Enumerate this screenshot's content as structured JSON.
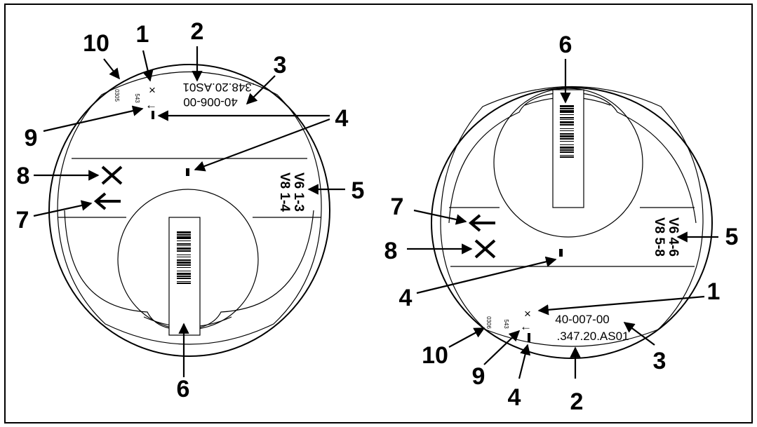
{
  "left_disc": {
    "part_number": "40-006-00",
    "code": ".348.20.AS01",
    "cyl_line_1": "V6  1-3",
    "cyl_line_2": "V8  1-4",
    "stamp_number": "543",
    "stamp_code": "0305",
    "callouts": [
      "10",
      "1",
      "2",
      "3",
      "9",
      "4",
      "8",
      "5",
      "7",
      "6"
    ]
  },
  "right_disc": {
    "part_number": "40-007-00",
    "code": ".347.20.AS01",
    "cyl_line_1": "V6  4-6",
    "cyl_line_2": "V8  5-8",
    "stamp_number": "543",
    "stamp_code": "0306",
    "callouts": [
      "6",
      "7",
      "5",
      "8",
      "4",
      "1",
      "10",
      "3",
      "9",
      "2",
      "4"
    ]
  },
  "colors": {
    "ink": "#000000",
    "paper": "#ffffff"
  }
}
